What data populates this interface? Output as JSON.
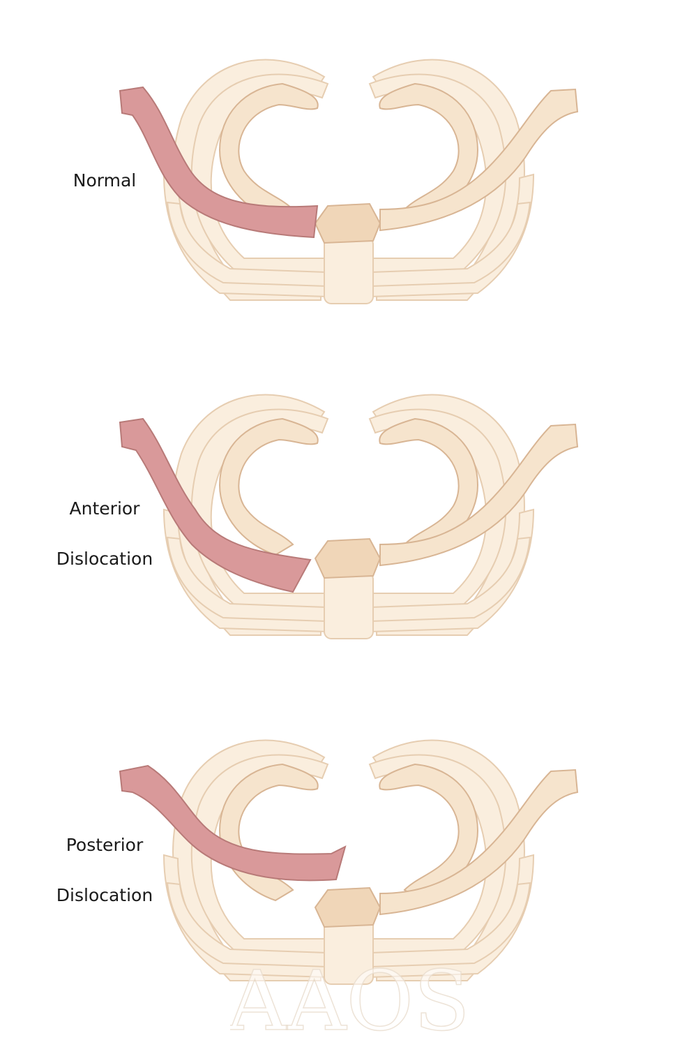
{
  "diagram": {
    "panels": [
      {
        "id": "normal",
        "label_lines": [
          "Normal"
        ]
      },
      {
        "id": "anterior",
        "label_lines": [
          "Anterior",
          "Dislocation"
        ]
      },
      {
        "id": "posterior",
        "label_lines": [
          "Posterior",
          "Dislocation"
        ]
      }
    ],
    "colors": {
      "bone_fill": "#f6e4cd",
      "bone_fill_dark": "#f0d6b8",
      "bone_stroke": "#d8b594",
      "rib_fill": "#faeede",
      "rib_stroke": "#e6cdb1",
      "clavicle_affected_fill": "#d9999a",
      "clavicle_affected_stroke": "#b87a78",
      "label_color": "#1a1a1a"
    },
    "watermark": {
      "text": "AAOS"
    }
  }
}
